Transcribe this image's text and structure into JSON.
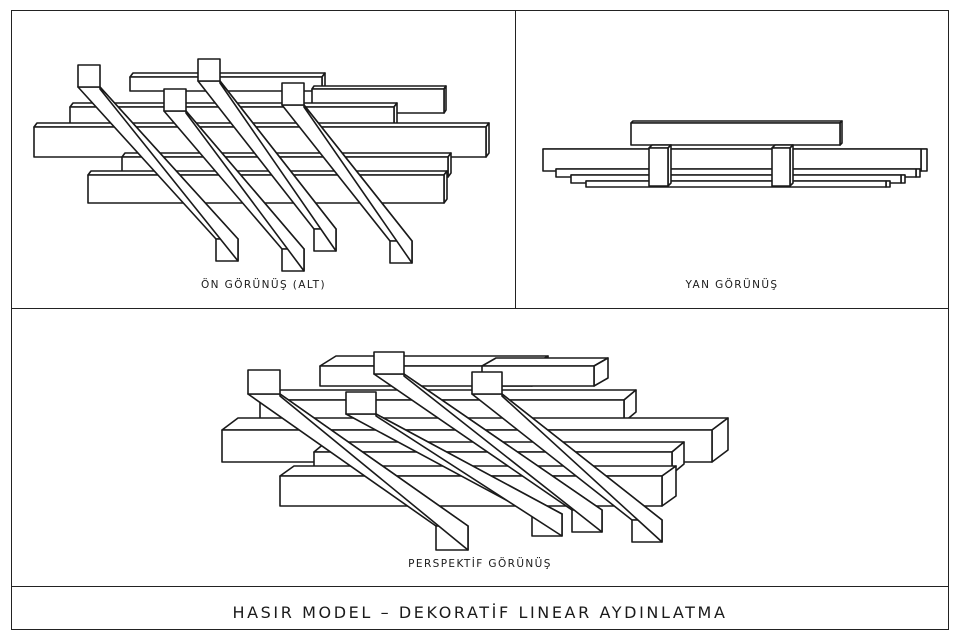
{
  "views": {
    "front": {
      "caption": "ÖN GÖRÜNÜŞ (ALT)"
    },
    "side": {
      "caption": "YAN GÖRÜNÜŞ"
    },
    "perspective": {
      "caption": "PERSPEKTİF GÖRÜNÜŞ"
    }
  },
  "title": "HASIR MODEL – DEKORATİF LINEAR AYDINLATMA",
  "colors": {
    "line": "#1a1a1a",
    "face": "#ffffff",
    "border": "#222222"
  }
}
